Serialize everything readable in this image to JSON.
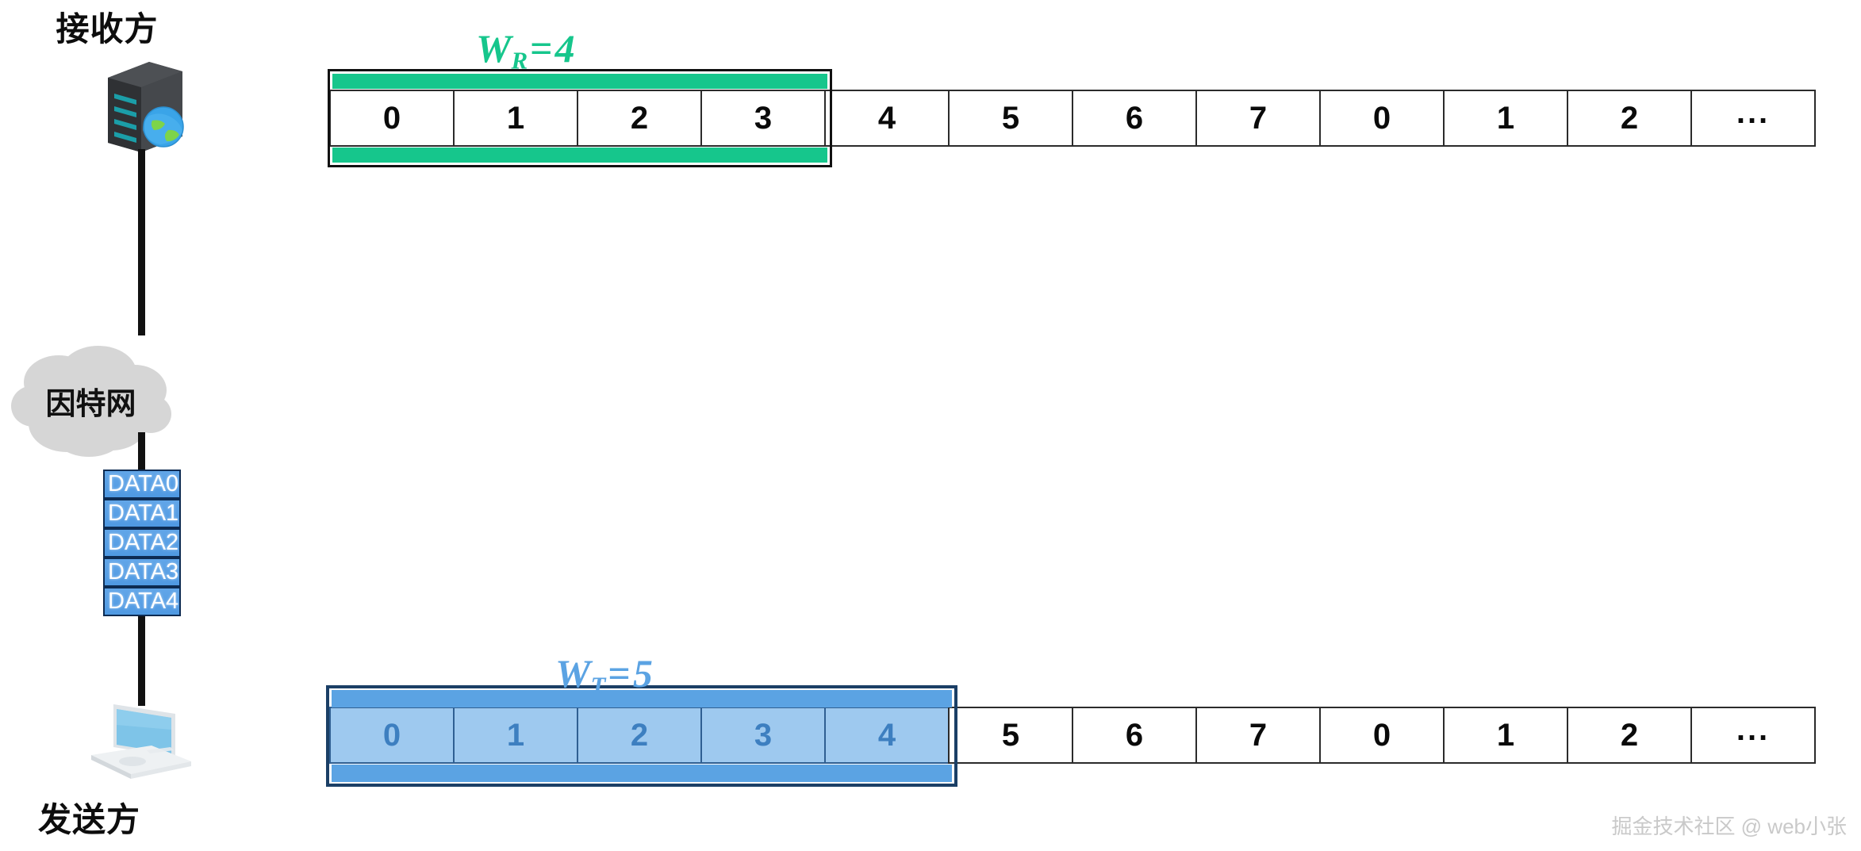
{
  "diagram": {
    "title_receiver": "接收方",
    "title_sender": "发送方",
    "cloud_label": "因特网",
    "receiver_icon": "server-globe-icon",
    "sender_icon": "laptop-icon",
    "cloud_icon": "cloud-icon"
  },
  "packets": {
    "items": [
      "DATA0",
      "DATA1",
      "DATA2",
      "DATA3",
      "DATA4"
    ]
  },
  "receiver_window": {
    "label_w": "W",
    "label_sub": "R",
    "label_eq": "=",
    "label_value": "4",
    "size": 4,
    "color": "#16c68c",
    "cells": [
      "0",
      "1",
      "2",
      "3",
      "4",
      "5",
      "6",
      "7",
      "0",
      "1",
      "2",
      "..."
    ],
    "in_window_count": 4
  },
  "sender_window": {
    "label_w": "W",
    "label_sub": "T",
    "label_eq": "=",
    "label_value": "5",
    "size": 5,
    "color": "#5ba3e3",
    "cells": [
      "0",
      "1",
      "2",
      "3",
      "4",
      "5",
      "6",
      "7",
      "0",
      "1",
      "2",
      "..."
    ],
    "in_window_count": 5
  },
  "watermark": {
    "text": "掘金技术社区 @ web小张"
  }
}
